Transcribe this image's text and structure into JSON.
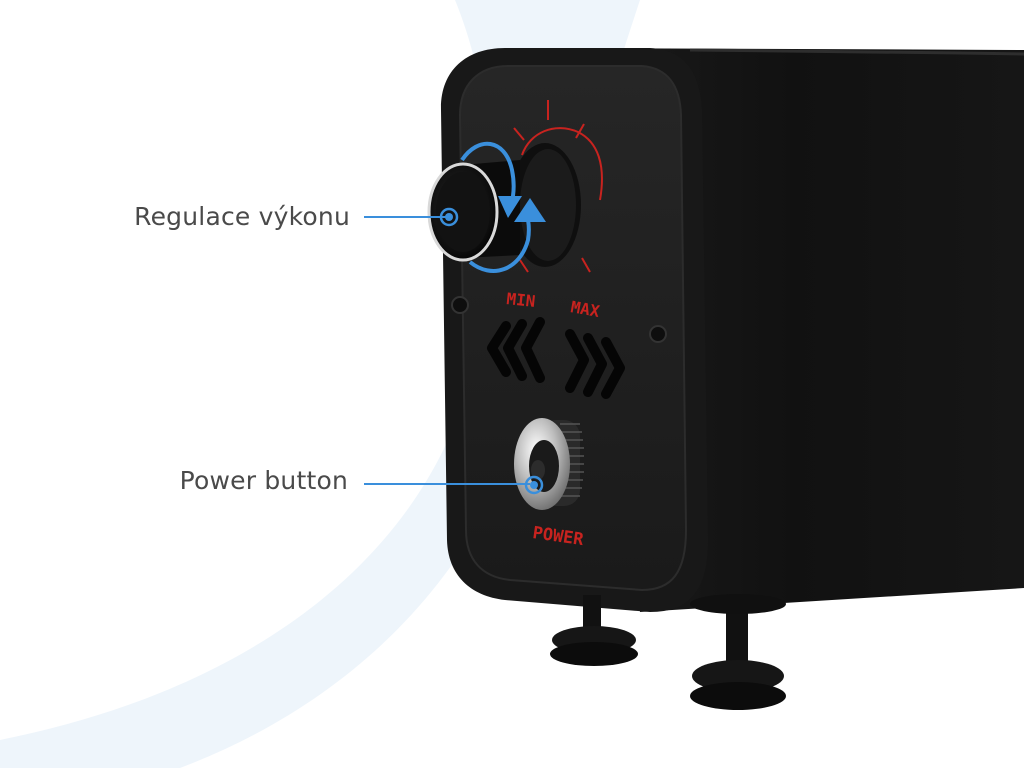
{
  "callouts": {
    "power_regulation_label": "Regulace výkonu",
    "power_button_label": "Power button"
  },
  "device_markings": {
    "min": "MIN",
    "max": "MAX",
    "power": "POWER"
  },
  "colors": {
    "accent_blue": "#3a8fdc",
    "marking_red": "#c8231f",
    "device_body": "#141414",
    "background_swoosh": "#eef5fb"
  },
  "icons": [
    "rotate-arrow-icon",
    "vent-chevrons-left-icon",
    "vent-chevrons-right-icon"
  ]
}
